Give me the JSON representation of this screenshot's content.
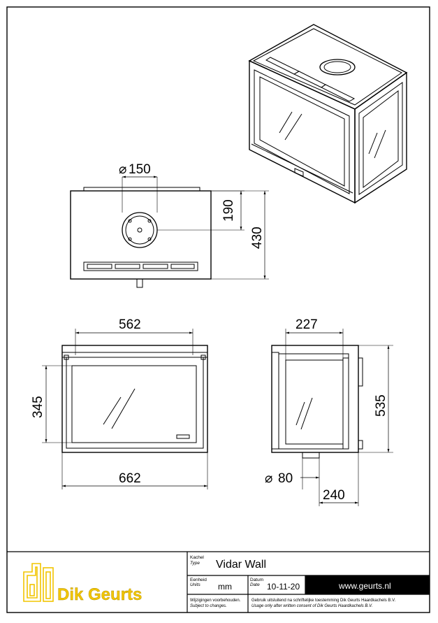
{
  "dimensions": {
    "flue_diameter": "150",
    "flue_offset": "190",
    "depth_top": "430",
    "glass_width": "562",
    "overall_width": "662",
    "glass_height": "345",
    "side_glass_width": "227",
    "overall_height": "535",
    "air_inlet_diameter": "80",
    "side_depth": "240"
  },
  "symbols": {
    "diameter": "⌀"
  },
  "title_block": {
    "logo_text": "Dik Geurts",
    "type_label_nl": "Kachel",
    "type_label_en": "Type",
    "type_value": "Vidar Wall",
    "units_label_nl": "Eenheid",
    "units_label_en": "Units",
    "units_value": "mm",
    "date_label_nl": "Datum",
    "date_label_en": "Date",
    "date_value": "10-11-20",
    "website": "www.geurts.nl",
    "changes_nl": "Wijzigingen voorbehouden.",
    "changes_en": "Subject to changes.",
    "usage_nl": "Gebruik uitsluitend na schriftelijke toestemming Dik Geurts Haardkachels B.V.",
    "usage_en": "Usage only after written consent of Dik Geurts Haardkachels B.V."
  },
  "colors": {
    "logo": "#f2c500",
    "banner": "#000000",
    "line": "#000000"
  }
}
